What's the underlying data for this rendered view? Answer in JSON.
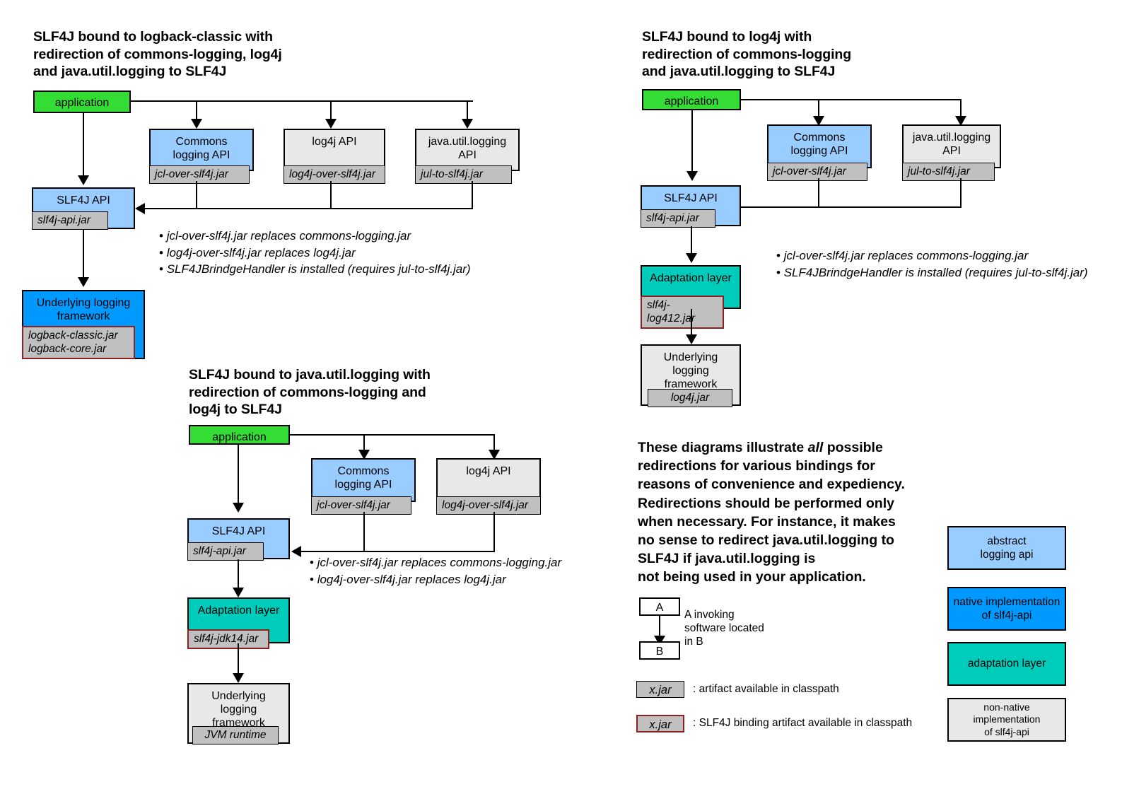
{
  "colors": {
    "application": "#33DD33",
    "abstract_api": "#99CCFF",
    "native_impl": "#0099FF",
    "adaptation": "#00CCBB",
    "non_native": "#E8E8E8",
    "jar_chip": "#C0C0C0",
    "binding_border": "#8B2020"
  },
  "diagram1": {
    "title": "SLF4J bound to logback-classic with\nredirection of commons-logging, log4j\nand java.util.logging to SLF4J",
    "nodes": {
      "application": "application",
      "commons": "Commons\nlogging API",
      "log4japi": "log4j API",
      "jul": "java.util.logging\nAPI",
      "slf4japi": "SLF4J API",
      "underlying": "Underlying logging\nframework"
    },
    "jars": {
      "commons": "jcl-over-slf4j.jar",
      "log4japi": "log4j-over-slf4j.jar",
      "jul": "jul-to-slf4j.jar",
      "slf4japi": "slf4j-api.jar",
      "underlying": "logback-classic.jar\nlogback-core.jar"
    },
    "notes": [
      "jcl-over-slf4j.jar replaces commons-logging.jar",
      "log4j-over-slf4j.jar replaces log4j.jar",
      "SLF4JBrindgeHandler is installed (requires jul-to-slf4j.jar)"
    ]
  },
  "diagram2": {
    "title": "SLF4J bound to log4j with\nredirection of commons-logging\nand java.util.logging to SLF4J",
    "nodes": {
      "application": "application",
      "commons": "Commons\nlogging API",
      "jul": "java.util.logging\nAPI",
      "slf4japi": "SLF4J API",
      "adaptation": "Adaptation layer",
      "underlying": "Underlying\nlogging\nframework"
    },
    "jars": {
      "commons": "jcl-over-slf4j.jar",
      "jul": "jul-to-slf4j.jar",
      "slf4japi": "slf4j-api.jar",
      "adaptation": "slf4j-log412.jar",
      "underlying": "log4j.jar"
    },
    "notes": [
      "jcl-over-slf4j.jar replaces commons-logging.jar",
      "SLF4JBrindgeHandler is installed (requires jul-to-slf4j.jar)"
    ]
  },
  "diagram3": {
    "title": "SLF4J bound to java.util.logging with\nredirection of commons-logging and\nlog4j to SLF4J",
    "nodes": {
      "application": "application",
      "commons": "Commons\nlogging API",
      "log4japi": "log4j API",
      "slf4japi": "SLF4J API",
      "adaptation": "Adaptation layer",
      "underlying": "Underlying\nlogging\nframework"
    },
    "jars": {
      "commons": "jcl-over-slf4j.jar",
      "log4japi": "log4j-over-slf4j.jar",
      "slf4japi": "slf4j-api.jar",
      "adaptation": "slf4j-jdk14.jar",
      "underlying": "JVM runtime"
    },
    "notes": [
      "jcl-over-slf4j.jar replaces commons-logging.jar",
      "log4j-over-slf4j.jar replaces log4j.jar"
    ]
  },
  "explanation": {
    "part1": "These diagrams illustrate ",
    "emph": "all",
    "part2": " possible\nredirections for various bindings for\nreasons of convenience and expediency.\nRedirections should be performed only\nwhen necessary. For instance, it makes\nno sense to redirect java.util.logging to\nSLF4J if java.util.logging is\nnot being used in your application."
  },
  "legend": {
    "box_a": "A",
    "box_b": "B",
    "arrow_caption": "A invoking\nsoftware located\nin B",
    "jar_plain_label": "x.jar",
    "jar_plain_caption": ": artifact available in classpath",
    "jar_binding_label": "x.jar",
    "jar_binding_caption": ": SLF4J binding artifact available in classpath",
    "colors": [
      {
        "label": "abstract\nlogging api",
        "color": "#99CCFF"
      },
      {
        "label": "native implementation\nof slf4j-api",
        "color": "#0099FF"
      },
      {
        "label": "adaptation layer",
        "color": "#00CCBB"
      },
      {
        "label": "non-native implementation\nof slf4j-api",
        "color": "#E8E8E8"
      }
    ]
  }
}
